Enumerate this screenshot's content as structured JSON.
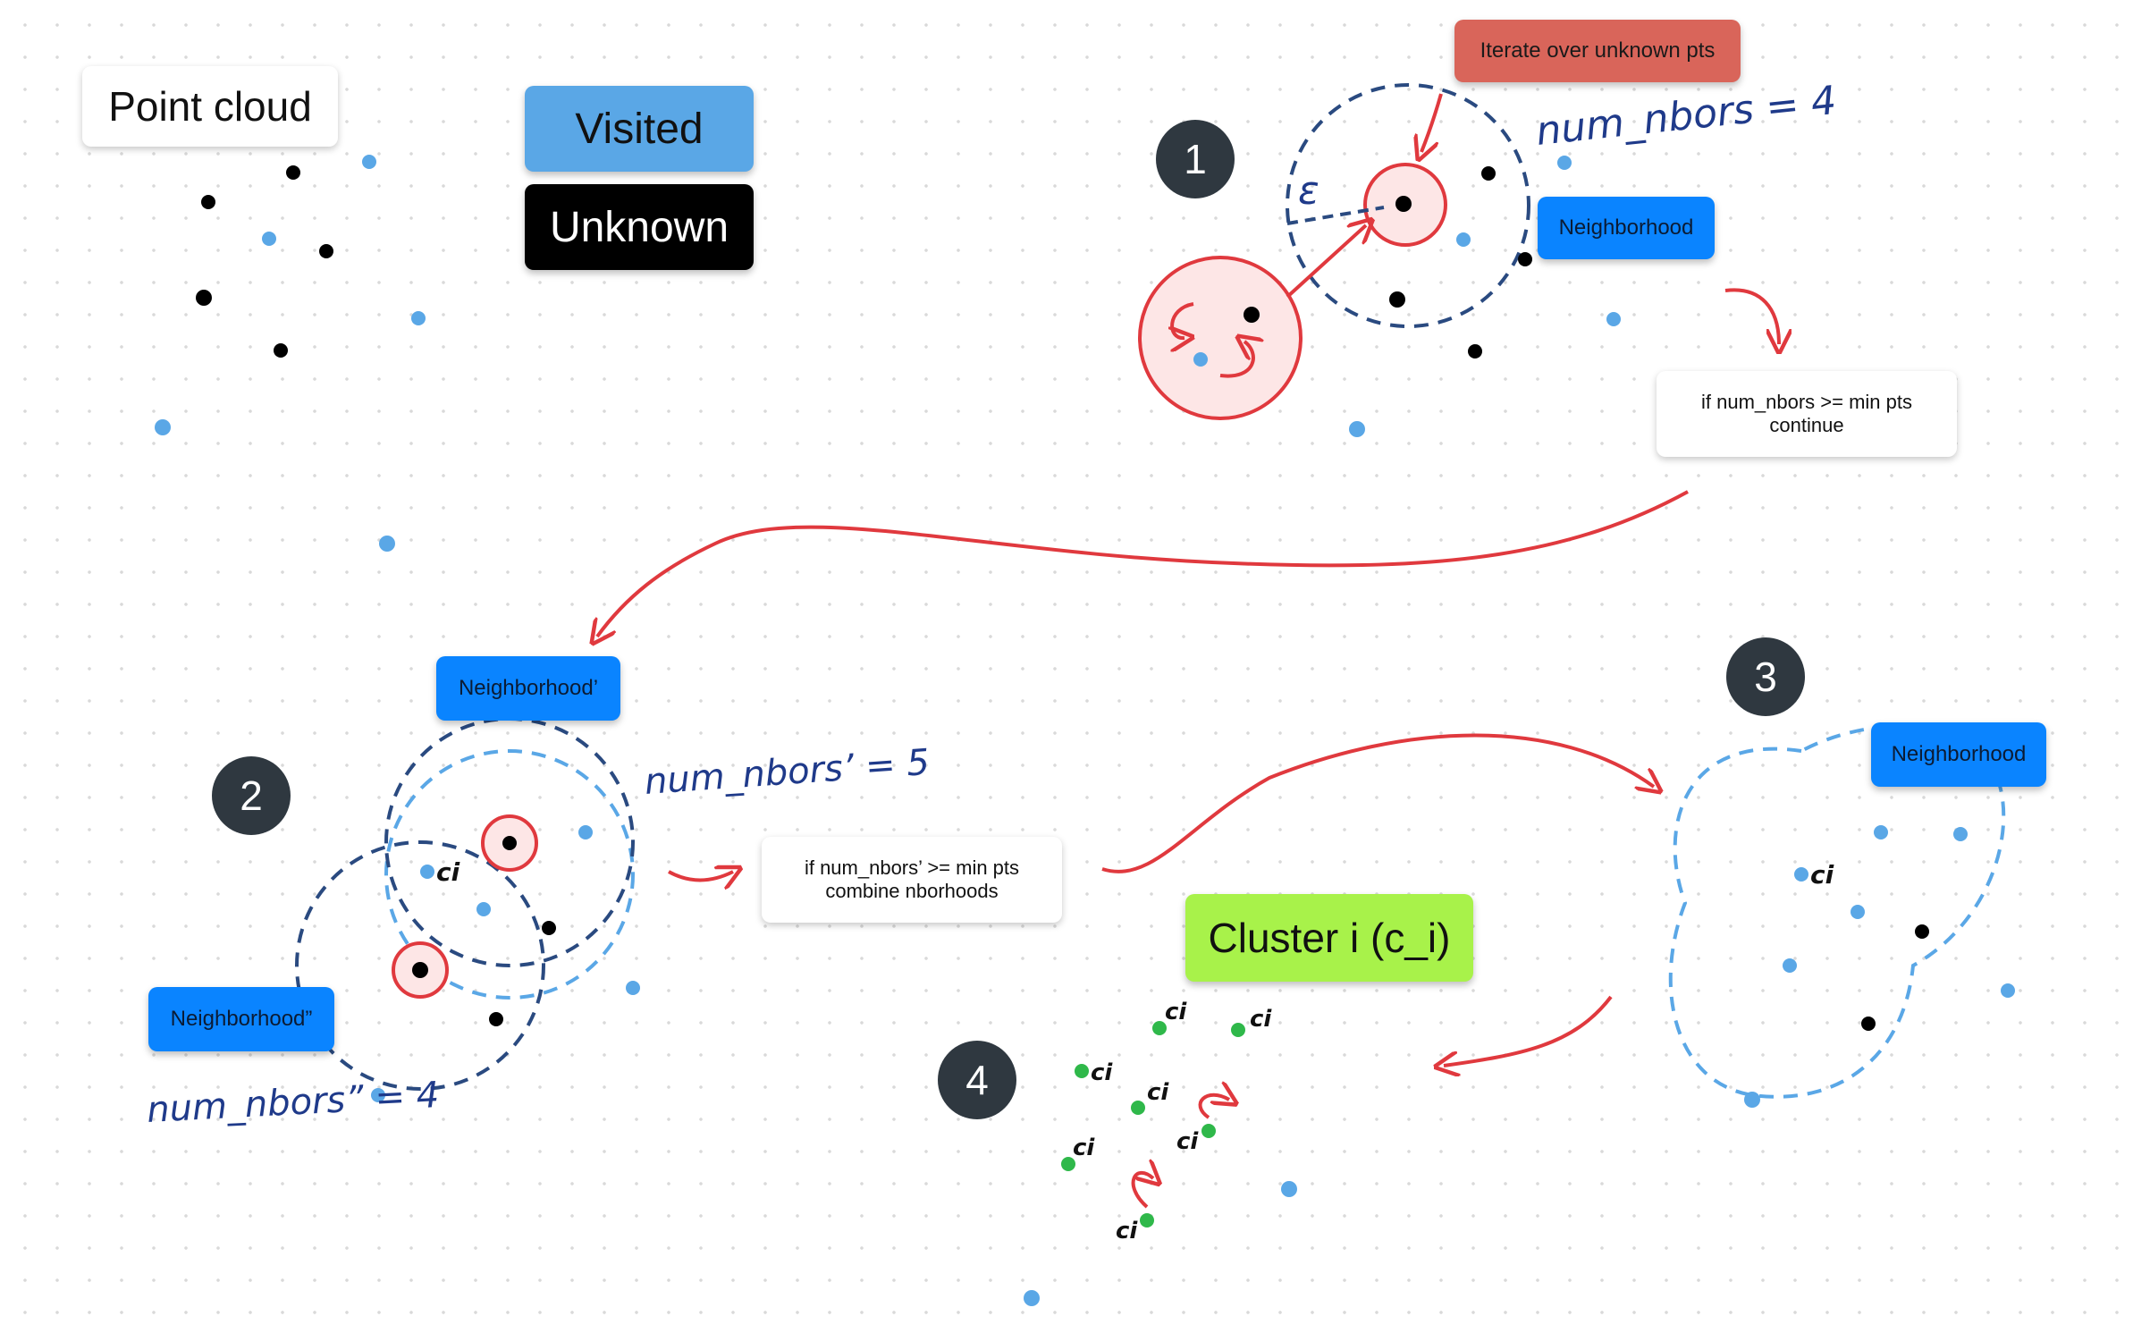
{
  "legend": {
    "title": "Point cloud",
    "visited": "Visited",
    "unknown": "Unknown"
  },
  "step1": {
    "badge": "1",
    "header": "Iterate over unknown pts",
    "num_nbors": "num_nbors = 4",
    "epsilon": "ε",
    "neighborhood": "Neighborhood",
    "condition_line1": "if num_nbors >= min pts",
    "condition_line2": "continue"
  },
  "step2": {
    "badge": "2",
    "neighborhood_prime": "Neighborhood’",
    "neighborhood_double": "Neighborhood”",
    "num_nbors_prime": "num_nbors’ = 5",
    "num_nbors_double": "num_nbors” = 4",
    "ci": "ci",
    "condition_line1": "if num_nbors’ >= min pts",
    "condition_line2": "combine nborhoods"
  },
  "step3": {
    "badge": "3",
    "neighborhood": "Neighborhood",
    "ci": "ci"
  },
  "step4": {
    "badge": "4",
    "cluster": "Cluster i (c_i)",
    "ci": "ci"
  },
  "colors": {
    "visited": "#5aa7e6",
    "unknown": "#000000",
    "cluster": "#a8f24a",
    "header_red": "#d9655a",
    "neighborhood_blue": "#0a84ff",
    "arrow_red": "#e0393e",
    "dashed_dark": "#2a4a80",
    "dashed_light": "#5aa7e6",
    "cluster_point": "#2fb84a"
  }
}
